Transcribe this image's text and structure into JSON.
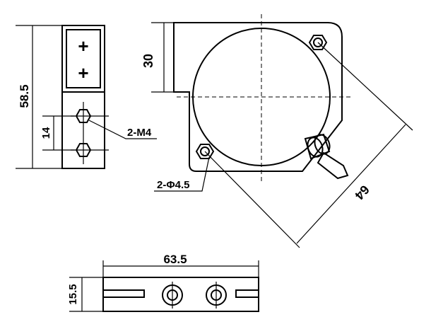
{
  "labels": {
    "height_left": "58.5",
    "hole_pitch": "14",
    "thread": "2-M4",
    "height_top": "30",
    "hole_dia": "2-Φ4.5",
    "diagonal": "64",
    "width_bottom": "63.5",
    "height_bottom": "15.5",
    "plus_top": "+",
    "plus_bottom": "+"
  }
}
